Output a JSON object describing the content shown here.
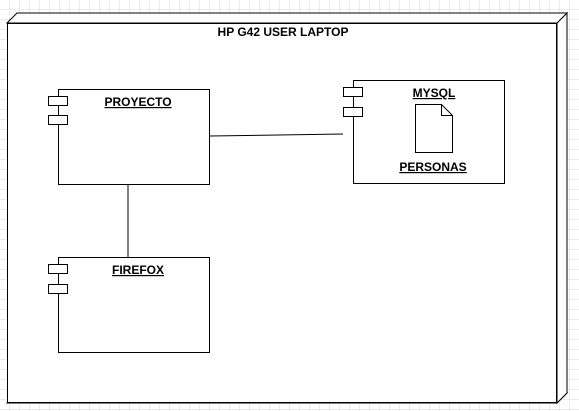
{
  "node": {
    "title": "HP G42 USER LAPTOP"
  },
  "components": {
    "proyecto": {
      "label": "PROYECTO"
    },
    "mysql": {
      "label": "MYSQL"
    },
    "firefox": {
      "label": "FIREFOX"
    }
  },
  "artifact": {
    "label": "PERSONAS",
    "icon": "document-icon"
  }
}
